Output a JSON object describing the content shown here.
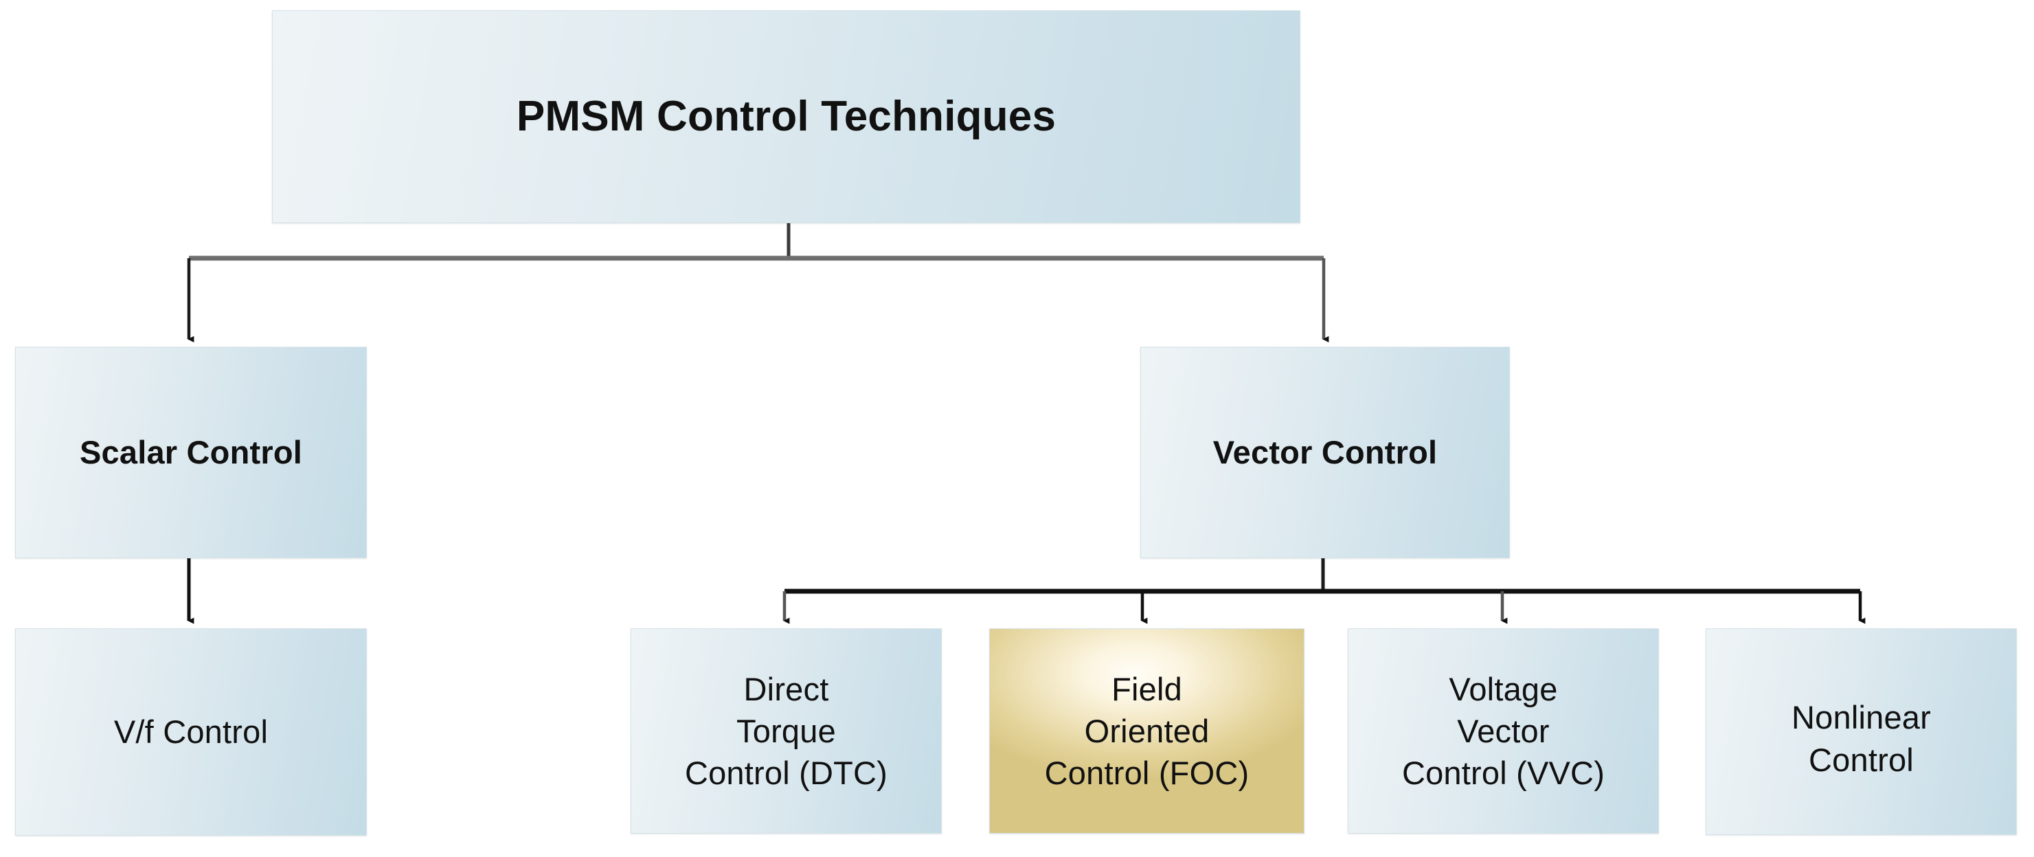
{
  "diagram": {
    "title": "PMSM Control Techniques",
    "type": "tree-hierarchy",
    "colors": {
      "node_fill_light": "#eff4f6",
      "node_fill_blue": "#c4dce6",
      "node_border": "#d3e2e8",
      "highlight_fill_light": "#fffdf6",
      "highlight_fill_gold": "#d8c684",
      "connector": "#1a1a1a",
      "text": "#111111",
      "background": "#ffffff"
    },
    "nodes": {
      "root": {
        "label": "PMSM Control Techniques",
        "level": 0,
        "highlighted": false
      },
      "scalar": {
        "label": "Scalar Control",
        "level": 1,
        "highlighted": false
      },
      "vector": {
        "label": "Vector Control",
        "level": 1,
        "highlighted": false
      },
      "vf": {
        "label": "V/f Control",
        "level": 2,
        "highlighted": false
      },
      "dtc": {
        "line1": "Direct",
        "line2": "Torque",
        "line3": "Control (DTC)",
        "level": 2,
        "highlighted": false
      },
      "foc": {
        "line1": "Field",
        "line2": "Oriented",
        "line3": "Control (FOC)",
        "level": 2,
        "highlighted": true
      },
      "vvc": {
        "line1": "Voltage",
        "line2": "Vector",
        "line3": "Control (VVC)",
        "level": 2,
        "highlighted": false
      },
      "nonlinear": {
        "line1": "Nonlinear",
        "line2": "Control",
        "level": 2,
        "highlighted": false
      }
    },
    "edges": [
      {
        "from": "root",
        "to": "scalar"
      },
      {
        "from": "root",
        "to": "vector"
      },
      {
        "from": "scalar",
        "to": "vf"
      },
      {
        "from": "vector",
        "to": "dtc"
      },
      {
        "from": "vector",
        "to": "foc"
      },
      {
        "from": "vector",
        "to": "vvc"
      },
      {
        "from": "vector",
        "to": "nonlinear"
      }
    ]
  }
}
